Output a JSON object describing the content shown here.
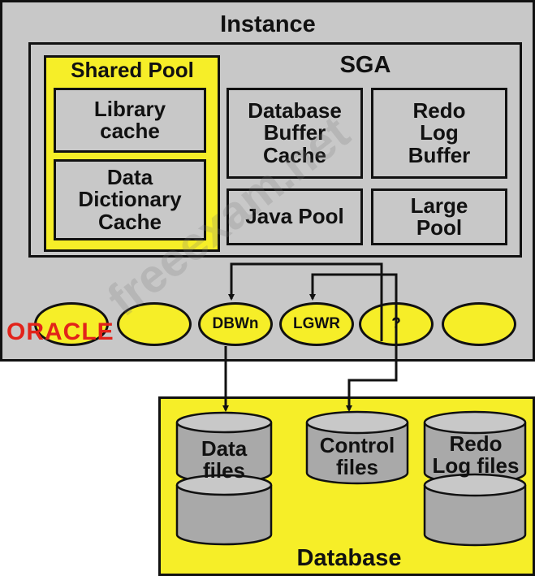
{
  "instance": {
    "title": "Instance"
  },
  "sga": {
    "title": "SGA"
  },
  "shared_pool": {
    "title": "Shared Pool",
    "library_cache": "Library\ncache",
    "data_dictionary_cache": "Data\nDictionary\nCache"
  },
  "buffers": {
    "db_buffer_cache": "Database\nBuffer\nCache",
    "redo_log_buffer": "Redo\nLog\nBuffer",
    "java_pool": "Java Pool",
    "large_pool": "Large\nPool"
  },
  "processes": [
    {
      "label": ""
    },
    {
      "label": ""
    },
    {
      "label": "DBWn"
    },
    {
      "label": "LGWR"
    },
    {
      "label": "?"
    },
    {
      "label": ""
    }
  ],
  "logo": {
    "text": "ORACLE"
  },
  "watermark": {
    "text": "freeexam.net"
  },
  "database": {
    "title": "Database",
    "data_files": "Data\nfiles",
    "control_files": "Control\nfiles",
    "redo_log_files": "Redo\nLog files"
  },
  "colors": {
    "yellow": "#f6ee28",
    "gray": "#c8c8c8",
    "cylinder": "#a9a9a9",
    "logo_red": "#e2231a"
  }
}
